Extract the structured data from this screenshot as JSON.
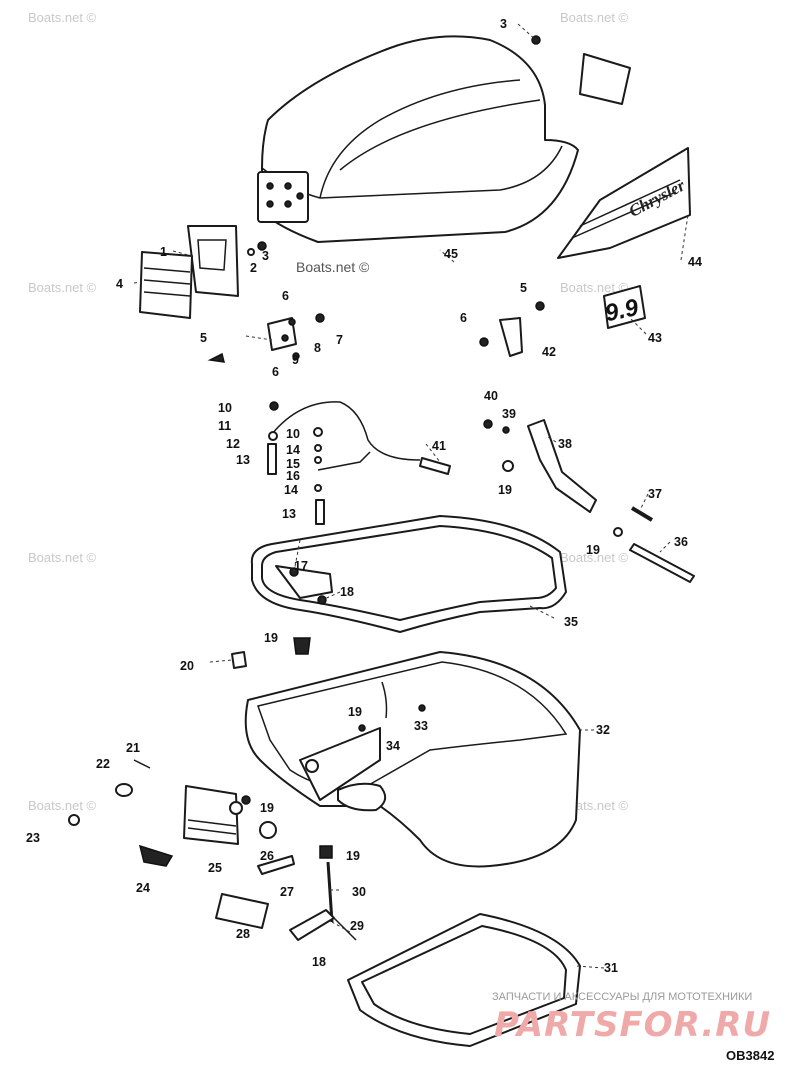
{
  "diagram": {
    "callouts": {
      "c1": "1",
      "c2": "2",
      "c3a": "3",
      "c3b": "3",
      "c4": "4",
      "c5a": "5",
      "c5b": "5",
      "c6a": "6",
      "c6b": "6",
      "c6c": "6",
      "c7": "7",
      "c8": "8",
      "c9": "9",
      "c10a": "10",
      "c10b": "10",
      "c11": "11",
      "c12": "12",
      "c13a": "13",
      "c13b": "13",
      "c14a": "14",
      "c14b": "14",
      "c15": "15",
      "c16": "16",
      "c17": "17",
      "c18a": "18",
      "c18b": "18",
      "c19a": "19",
      "c19b": "19",
      "c19c": "19",
      "c19d": "19",
      "c19e": "19",
      "c19f": "19",
      "c20": "20",
      "c21": "21",
      "c22": "22",
      "c23": "23",
      "c24": "24",
      "c25": "25",
      "c26": "26",
      "c27": "27",
      "c28": "28",
      "c29": "29",
      "c30": "30",
      "c31": "31",
      "c32": "32",
      "c33": "33",
      "c34": "34",
      "c35": "35",
      "c36": "36",
      "c37": "37",
      "c38": "38",
      "c39": "39",
      "c40": "40",
      "c41": "41",
      "c42": "42",
      "c43": "43",
      "c44": "44",
      "c45": "45"
    },
    "decal_brand": "Chrysler",
    "decal_model": "9.9",
    "drawing_code": "OB3842"
  },
  "watermarks": {
    "boats_short": "Boats.net ©",
    "boats_long": "Boats.net ©"
  },
  "shop": {
    "tagline": "ЗАПЧАСТИ И АКСЕССУАРЫ ДЛЯ МОТОТЕХНИКИ",
    "logo": "PARTSFOR.RU"
  }
}
